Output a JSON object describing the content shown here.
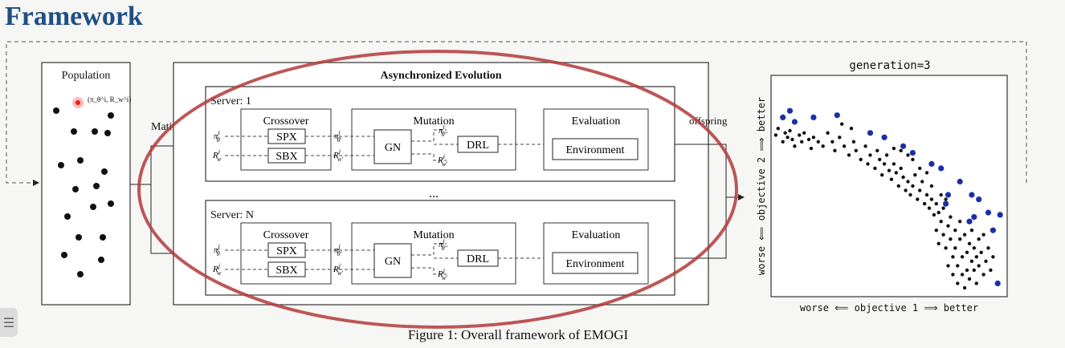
{
  "slide": {
    "title": "Framework",
    "caption": "Figure 1: Overall framework of EMOGI"
  },
  "diagram": {
    "population_label": "Population",
    "population_point_label": "(π_θ^i, R_w^i)",
    "mating_label": "Mating",
    "offspring_label": "offspring",
    "async_title": "Asynchronized Evolution",
    "ellipsis": "...",
    "servers": [
      {
        "label": "Server: 1",
        "crossover": "Crossover",
        "spx": "SPX",
        "sbx": "SBX",
        "mutation": "Mutation",
        "gn": "GN",
        "drl": "DRL",
        "evaluation": "Evaluation",
        "environment": "Environment",
        "in_policy": "π",
        "in_policy_sup": "i",
        "in_policy_sub": "θ",
        "in_reward": "R",
        "in_reward_sup": "i",
        "in_reward_sub": "w",
        "mid_policy_sub": "θ'",
        "mid_reward_sub": "w'",
        "out_policy_sub": "θ''",
        "out_reward_sub": "w'"
      },
      {
        "label": "Server: N",
        "crossover": "Crossover",
        "spx": "SPX",
        "sbx": "SBX",
        "mutation": "Mutation",
        "gn": "GN",
        "drl": "DRL",
        "evaluation": "Evaluation",
        "environment": "Environment",
        "in_policy": "π",
        "in_policy_sup": "j",
        "in_policy_sub": "θ",
        "in_reward": "R",
        "in_reward_sup": "j",
        "in_reward_sub": "w",
        "mid_policy_sub": "θ'",
        "mid_reward_sub": "w'",
        "out_policy_sub": "θ''",
        "out_reward_sub": "w'"
      }
    ]
  },
  "chart_data": {
    "type": "scatter",
    "title": "generation=3",
    "xlabel": "worse ⟸ objective 1 ⟹ better",
    "ylabel": "worse ⟸ objective 2 ⟹ better",
    "xlim": [
      0,
      100
    ],
    "ylim": [
      0,
      100
    ],
    "grid": false,
    "series": [
      {
        "color": "#111111",
        "points": [
          [
            2,
            73
          ],
          [
            3,
            76
          ],
          [
            5,
            70
          ],
          [
            6,
            74
          ],
          [
            7,
            72
          ],
          [
            8,
            75
          ],
          [
            9,
            71
          ],
          [
            10,
            68
          ],
          [
            12,
            73
          ],
          [
            13,
            70
          ],
          [
            14,
            74
          ],
          [
            16,
            71
          ],
          [
            17,
            67
          ],
          [
            18,
            72
          ],
          [
            20,
            70
          ],
          [
            22,
            68
          ],
          [
            24,
            74
          ],
          [
            26,
            70
          ],
          [
            27,
            66
          ],
          [
            29,
            72
          ],
          [
            31,
            68
          ],
          [
            33,
            64
          ],
          [
            35,
            70
          ],
          [
            36,
            66
          ],
          [
            38,
            62
          ],
          [
            40,
            68
          ],
          [
            41,
            60
          ],
          [
            42,
            64
          ],
          [
            44,
            58
          ],
          [
            45,
            66
          ],
          [
            46,
            62
          ],
          [
            47,
            55
          ],
          [
            48,
            60
          ],
          [
            49,
            64
          ],
          [
            50,
            57
          ],
          [
            51,
            53
          ],
          [
            52,
            60
          ],
          [
            53,
            56
          ],
          [
            54,
            50
          ],
          [
            55,
            58
          ],
          [
            56,
            54
          ],
          [
            57,
            48
          ],
          [
            58,
            52
          ],
          [
            59,
            46
          ],
          [
            60,
            50
          ],
          [
            61,
            55
          ],
          [
            62,
            44
          ],
          [
            63,
            48
          ],
          [
            64,
            52
          ],
          [
            65,
            42
          ],
          [
            66,
            46
          ],
          [
            67,
            40
          ],
          [
            68,
            44
          ],
          [
            69,
            37
          ],
          [
            70,
            42
          ],
          [
            70,
            30
          ],
          [
            71,
            38
          ],
          [
            71,
            24
          ],
          [
            72,
            34
          ],
          [
            73,
            28
          ],
          [
            73,
            40
          ],
          [
            74,
            22
          ],
          [
            75,
            32
          ],
          [
            75,
            14
          ],
          [
            76,
            26
          ],
          [
            76,
            36
          ],
          [
            77,
            18
          ],
          [
            77,
            10
          ],
          [
            78,
            30
          ],
          [
            78,
            22
          ],
          [
            79,
            14
          ],
          [
            79,
            6
          ],
          [
            80,
            26
          ],
          [
            80,
            34
          ],
          [
            81,
            18
          ],
          [
            81,
            10
          ],
          [
            82,
            28
          ],
          [
            82,
            4
          ],
          [
            83,
            20
          ],
          [
            83,
            12
          ],
          [
            84,
            24
          ],
          [
            84,
            8
          ],
          [
            85,
            16
          ],
          [
            85,
            30
          ],
          [
            86,
            22
          ],
          [
            86,
            12
          ],
          [
            87,
            18
          ],
          [
            87,
            6
          ],
          [
            88,
            26
          ],
          [
            88,
            14
          ],
          [
            89,
            20
          ],
          [
            90,
            10
          ],
          [
            90,
            28
          ],
          [
            91,
            16
          ],
          [
            92,
            22
          ],
          [
            93,
            12
          ],
          [
            94,
            18
          ],
          [
            72,
            46
          ],
          [
            74,
            44
          ],
          [
            68,
            50
          ],
          [
            66,
            56
          ],
          [
            63,
            58
          ],
          [
            60,
            62
          ],
          [
            58,
            64
          ],
          [
            55,
            66
          ],
          [
            52,
            67
          ],
          [
            34,
            76
          ],
          [
            30,
            78
          ]
        ]
      },
      {
        "color": "#1a2fa8",
        "points": [
          [
            5,
            81
          ],
          [
            8,
            84
          ],
          [
            10,
            79
          ],
          [
            18,
            81
          ],
          [
            28,
            82
          ],
          [
            42,
            74
          ],
          [
            48,
            72
          ],
          [
            56,
            68
          ],
          [
            60,
            65
          ],
          [
            68,
            60
          ],
          [
            72,
            58
          ],
          [
            80,
            52
          ],
          [
            85,
            46
          ],
          [
            88,
            44
          ],
          [
            92,
            38
          ],
          [
            94,
            30
          ],
          [
            97,
            37
          ],
          [
            96,
            6
          ],
          [
            75,
            46
          ],
          [
            74,
            42
          ],
          [
            84,
            34
          ],
          [
            86,
            36
          ]
        ]
      }
    ]
  }
}
